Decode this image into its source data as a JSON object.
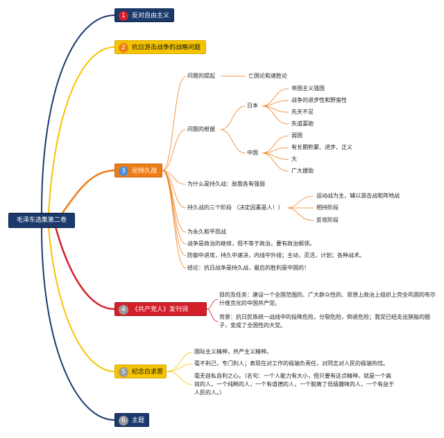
{
  "root": "毛泽东选集第二卷",
  "branches": [
    {
      "num": "1",
      "label": "反对自由主义"
    },
    {
      "num": "2",
      "label": "抗日游击战争的战略问题"
    },
    {
      "num": "3",
      "label": "论持久战"
    },
    {
      "num": "4",
      "label": "《共产党人》发刊词"
    },
    {
      "num": "5",
      "label": "纪念白求恩"
    },
    {
      "num": "6",
      "label": "主题"
    }
  ],
  "b3": {
    "q1": "问题的提起",
    "q1a": "亡国论和速胜论",
    "q2": "问题的根据",
    "japan": "日本",
    "japan_items": [
      "帝国主义强国",
      "战争的退步性和野蛮性",
      "先天不足",
      "失道寡助"
    ],
    "china": "中国",
    "china_items": [
      "弱国",
      "有长期积累、进步、正义",
      "大",
      "广大援助"
    ],
    "why": "为什么是持久战：敌我各有强弱",
    "stages": "持久战的三个阶段 （决定因素是人！）",
    "stage_items": [
      "运动战为主，辅以游击战和阵地战",
      "相持阶段",
      "反攻阶段"
    ],
    "peace": "为永久和平而战",
    "politics": "战争是政治的继续，但不等于政治。要有政治纲领。",
    "defense": "防御中进攻，持久中速决，内线中外线；主动，灵活，计划；各种战术。",
    "conclusion": "结论：抗日战争是持久战，最后的胜利是中国的！"
  },
  "b4": {
    "goal": "目的及任务：建设一个全国范围的、广大群众性的、思想上政治上组织上完全巩固的布尔什维克化的中国共产党。",
    "background": "背景：抗日民族统一战线中的投降危险，分裂危险，倒退危险；我党已经走出狭隘的圈子，变成了全国性的大党。"
  },
  "b5": {
    "spirit": "国际主义精神，共产主义精神。",
    "selfless": "毫不利己，专门利人；表现在对工作的极端负责任，对同志对人民的极端热忱。",
    "quote": "毫无自私自利之心。（名句：一个人能力有大小，但只要有这点精神，就是一个高尚的人，一个纯粹的人，一个有道德的人，一个脱离了低级趣味的人，一个有益于人民的人。）"
  },
  "colors": {
    "b1": "#1b3a6b",
    "b2": "#f5c400",
    "b3": "#ef7d16",
    "b4": "#d41f2a",
    "b5": "#f5c400",
    "b6": "#1b3a6b"
  }
}
